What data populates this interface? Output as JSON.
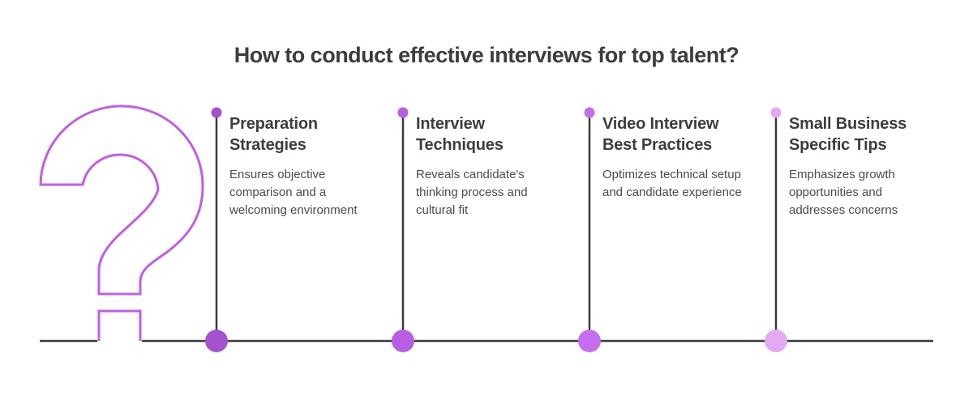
{
  "title": "How to conduct effective interviews for top talent?",
  "colors": {
    "question_mark": "#c25de9",
    "line": "#3b3b3b",
    "title_text": "#3d3d3d",
    "heading_text": "#3d3d3d",
    "body_text": "#4b4b4b"
  },
  "columns": [
    {
      "heading": "Preparation Strategies",
      "description": "Ensures objective comparison and a welcoming environment",
      "color": "#a453ce"
    },
    {
      "heading": "Interview Techniques",
      "description": "Reveals candidate's thinking process and cultural fit",
      "color": "#b85ee2"
    },
    {
      "heading": "Video Interview Best Practices",
      "description": "Optimizes technical setup and candidate experience",
      "color": "#c66cee"
    },
    {
      "heading": "Small Business Specific Tips",
      "description": "Emphasizes growth opportunities and addresses concerns",
      "color": "#e3aaf3"
    }
  ]
}
